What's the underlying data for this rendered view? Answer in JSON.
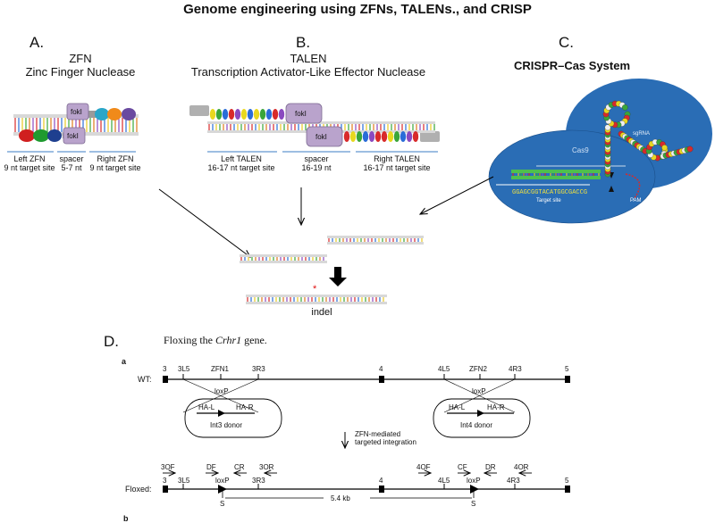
{
  "title": "Genome engineering using ZFNs, TALENs., and CRISP",
  "panel_a": {
    "letter": "A.",
    "title_line1": "ZFN",
    "title_line2": "Zinc Finger Nuclease",
    "foki_top": "fokI",
    "foki_bottom": "fokI",
    "left_label": "Left ZFN",
    "left_sub": "9 nt target site",
    "spacer_label": "spacer",
    "spacer_sub": "5-7 nt",
    "right_label": "Right ZFN",
    "right_sub": "9 nt target site"
  },
  "panel_b": {
    "letter": "B.",
    "title_line1": "TALEN",
    "title_line2": "Transcription Activator-Like Effector Nuclease",
    "foki_top": "fokI",
    "foki_bottom": "fokI",
    "left_label": "Left TALEN",
    "left_sub": "16-17 nt target site",
    "spacer_label": "spacer",
    "spacer_sub": "16-19 nt",
    "right_label": "Right TALEN",
    "right_sub": "16-17 nt target site"
  },
  "panel_c": {
    "letter": "C.",
    "title": "CRISPR–Cas System",
    "cas9": "Cas9",
    "sgrna": "sgRNA",
    "target_seq": "GGAGCGGTACATGGCGACCG",
    "target_site": "Target site",
    "pam": "PAM"
  },
  "center": {
    "indel": "indel",
    "asterisk": "*"
  },
  "panel_d": {
    "letter": "D.",
    "caption_prefix": "Floxing the ",
    "caption_gene": "Crhr1",
    "caption_suffix": " gene.",
    "sub_a": "a",
    "sub_b": "b",
    "wt_label": "WT:",
    "floxed_label": "Floxed:",
    "exon3": "3",
    "exon4": "4",
    "exon5": "5",
    "label_3L5": "3L5",
    "label_ZFN1": "ZFN1",
    "label_3R3": "3R3",
    "label_4L5": "4L5",
    "label_ZFN2": "ZFN2",
    "label_4R3": "4R3",
    "loxp": "loxP",
    "ha_l": "HA-L",
    "ha_r": "HA-R",
    "int3_donor": "Int3 donor",
    "int4_donor": "Int4 donor",
    "zfn_mediated_line1": "ZFN-mediated",
    "zfn_mediated_line2": "targeted integration",
    "primer_3OF": "3OF",
    "primer_DF": "DF",
    "primer_CR": "CR",
    "primer_3OR": "3OR",
    "primer_4OF": "4OF",
    "primer_CF": "CF",
    "primer_DR": "DR",
    "primer_4OR": "4OR",
    "distance": "5.4 kb",
    "site_s": "S"
  },
  "colors": {
    "crispr_ellipse": "#2a6db5",
    "foki": "#b9a3cc",
    "dna_grey": "#9a9a9a",
    "arrow": "#000000",
    "asterisk": "#e01010",
    "rna_green": "#3aa63a",
    "rna_red": "#d82a2a",
    "rna_yellow": "#e8d82a"
  }
}
